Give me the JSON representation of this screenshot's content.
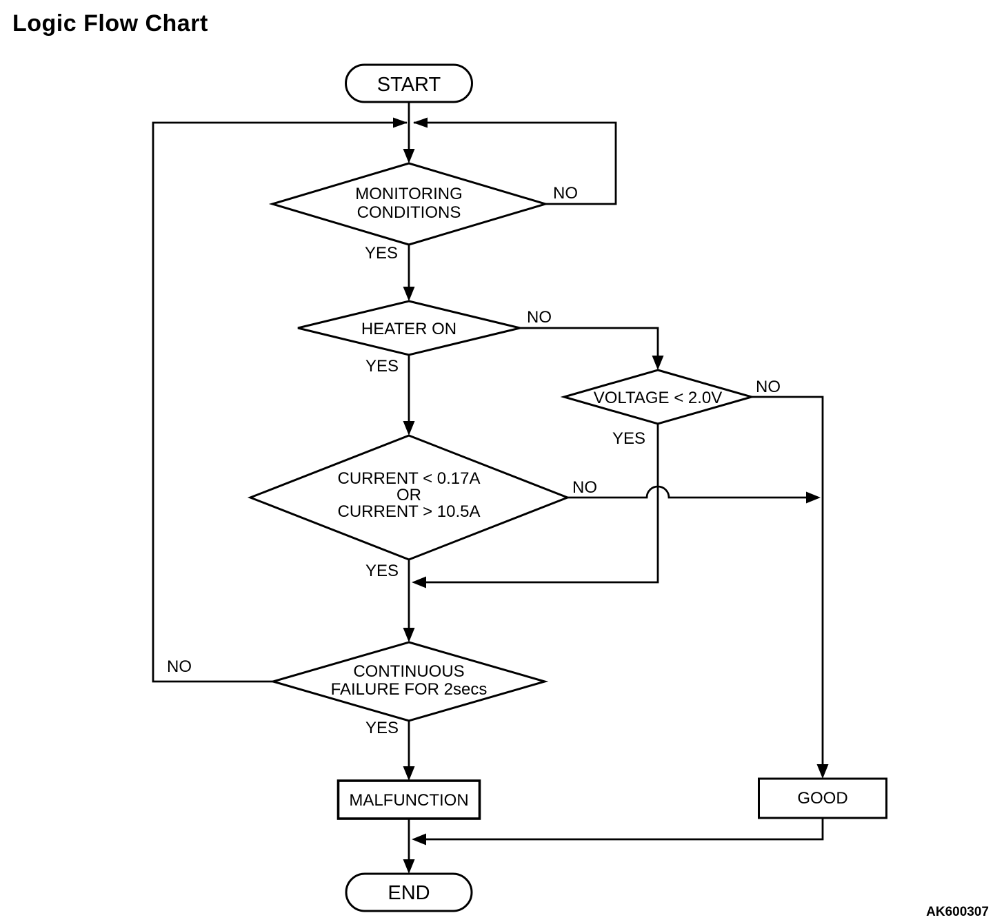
{
  "title": "Logic Flow Chart",
  "figure_code": "AK600307",
  "colors": {
    "ink": "#000000",
    "paper": "#ffffff"
  },
  "flowchart": {
    "nodes": {
      "start": {
        "label": "START",
        "shape": "terminator"
      },
      "monitoring_conditions": {
        "line1": "MONITORING",
        "line2": "CONDITIONS",
        "shape": "decision"
      },
      "heater_on": {
        "label": "HEATER ON",
        "shape": "decision"
      },
      "voltage_check": {
        "label": "VOLTAGE < 2.0V",
        "shape": "decision"
      },
      "current_check": {
        "line1": "CURRENT < 0.17A",
        "line2": "OR",
        "line3": "CURRENT > 10.5A",
        "shape": "decision"
      },
      "continuous_failure": {
        "line1": "CONTINUOUS",
        "line2": "FAILURE FOR 2secs",
        "shape": "decision"
      },
      "malfunction": {
        "label": "MALFUNCTION",
        "shape": "process"
      },
      "good": {
        "label": "GOOD",
        "shape": "process"
      },
      "end": {
        "label": "END",
        "shape": "terminator"
      }
    },
    "edge_labels": {
      "monitoring_yes": "YES",
      "monitoring_no": "NO",
      "heater_yes": "YES",
      "heater_no": "NO",
      "voltage_yes": "YES",
      "voltage_no": "NO",
      "current_yes": "YES",
      "current_no": "NO",
      "continuous_yes": "YES",
      "continuous_no": "NO"
    }
  }
}
